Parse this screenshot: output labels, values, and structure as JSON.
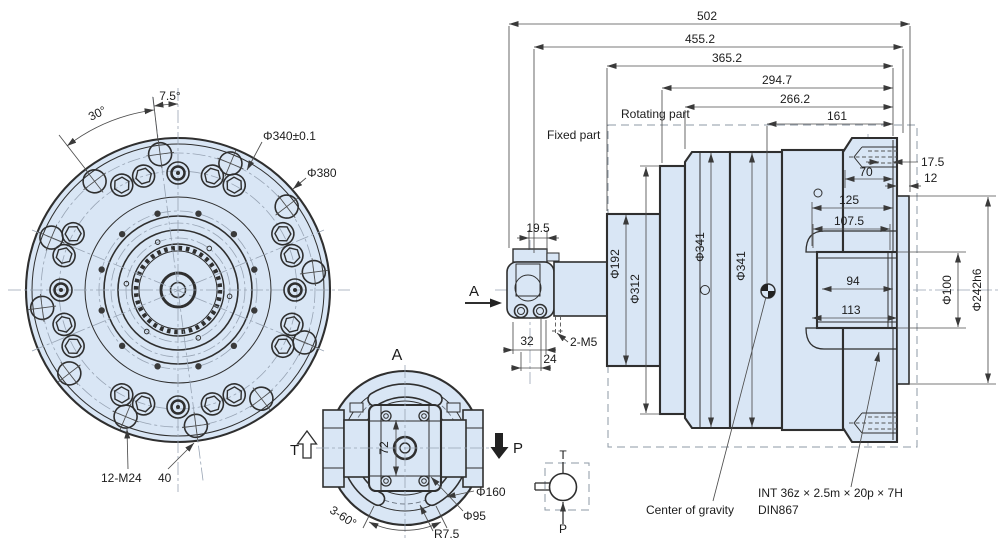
{
  "front": {
    "a30": "30°",
    "a75": "7.5°",
    "bolt_circle": "Φ340±0.1",
    "outer_dia": "Φ380",
    "tapped_holes": "12-M24",
    "thread_depth": "40"
  },
  "detail": {
    "title": "A",
    "t": "T",
    "p": "P",
    "width": "72",
    "d160": "Φ160",
    "d95": "Φ95",
    "fillet": "R7.5",
    "slots": "3-60°"
  },
  "side": {
    "fixed": "Fixed part",
    "rotating": "Rotating part",
    "section": "A",
    "top_dims": [
      "502",
      "455.2",
      "365.2",
      "294.7",
      "266.2",
      "161"
    ],
    "d17_5": "17.5",
    "d70": "70",
    "d12": "12",
    "d125": "125",
    "d107_5": "107.5",
    "d94": "94",
    "d113": "113",
    "d192": "Φ192",
    "d312": "Φ312",
    "d341_1": "Φ341",
    "d341_2": "Φ341",
    "d100": "Φ100",
    "d242": "Φ242h6",
    "d19_5": "19.5",
    "d32": "32",
    "d24": "24",
    "m5": "2-M5",
    "cg": "Center of gravity",
    "spline": "INT 36z × 2.5m × 20p × 7H",
    "din": "DIN867"
  },
  "sym": {
    "t": "T",
    "p": "P"
  },
  "colors": {
    "fill": "#d9e6f5",
    "line": "#2f2f2f"
  }
}
